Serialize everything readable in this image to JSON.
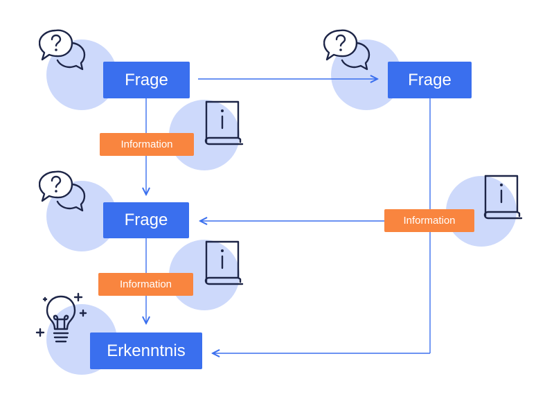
{
  "colors": {
    "box_blue": "#3a6fee",
    "info_orange": "#f9853f",
    "circle_fill": "#cdd9fb",
    "arrow_blue": "#3a6fee",
    "icon_navy": "#1d2547"
  },
  "nodes": {
    "frage_1": "Frage",
    "frage_2": "Frage",
    "frage_3": "Frage",
    "erkenntnis": "Erkenntnis",
    "info_1": "Information",
    "info_2": "Information",
    "info_3": "Information"
  },
  "icons": [
    "speech-bubble-question-icon",
    "book-info-icon",
    "lightbulb-icon"
  ]
}
